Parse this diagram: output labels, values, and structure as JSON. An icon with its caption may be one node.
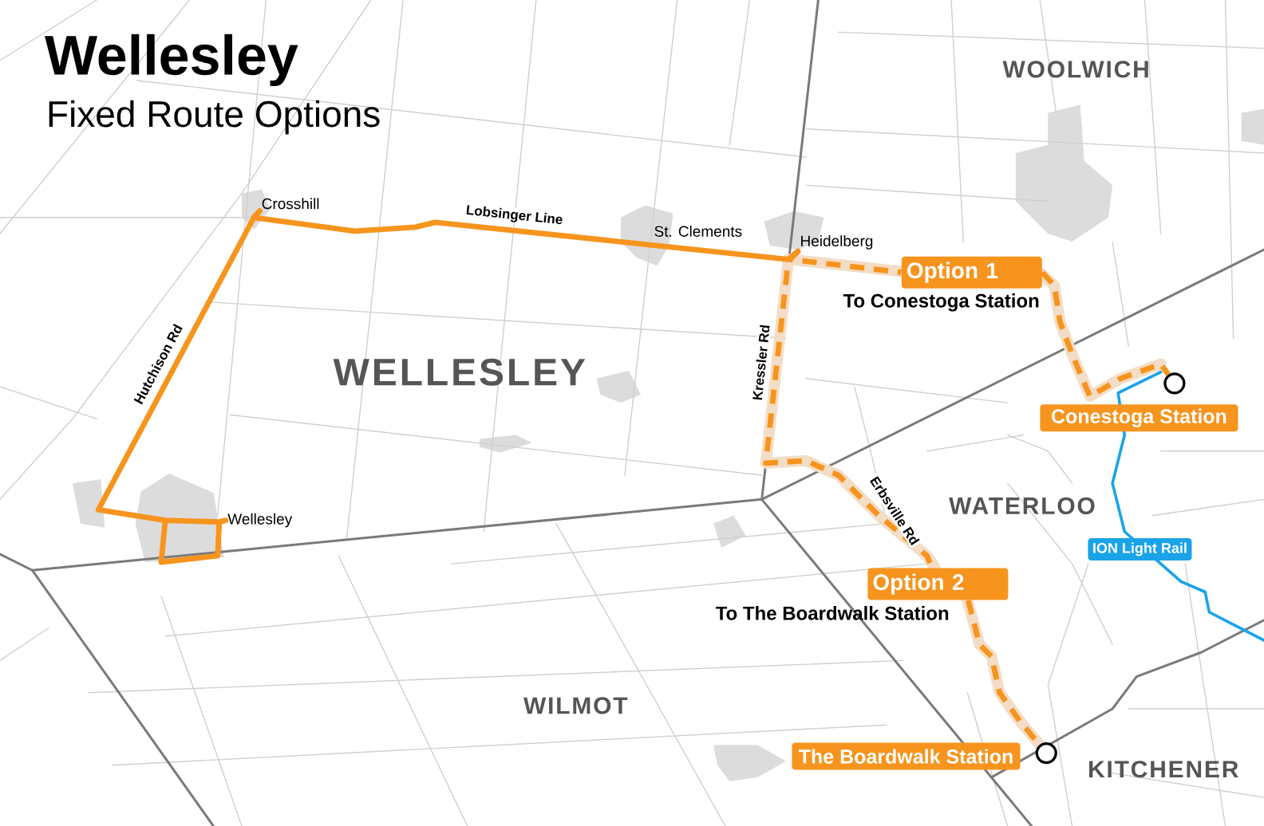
{
  "diagram": {
    "title": "Wellesley",
    "nodes": [
      {
        "text": [
          "Crosshill"
        ]
      },
      {
        "text": [
          "St. Clements"
        ]
      },
      {
        "text": [
          "Heidelberg"
        ]
      },
      {
        "text": [
          "Wellesley"
        ]
      },
      {
        "text": [
          "Option 1",
          "To Conestoga Station"
        ]
      },
      {
        "text": [
          "Option 2",
          "To The Boardwalk Station"
        ]
      },
      {
        "text": [
          "Conestoga Station"
        ]
      },
      {
        "text": [
          "The Boardwalk Station"
        ]
      },
      {
        "text": [],
        "shape": "circle"
      },
      {
        "text": [],
        "shape": "circle"
      },
      {
        "text": [
          "ION Light Rail"
        ]
      }
    ],
    "edges": [
      {
        "from": 3,
        "to": 0,
        "arrow": "none",
        "label": "Hutchison Rd",
        "color": "#f7941d"
      },
      {
        "from": 0,
        "to": 2,
        "arrow": "none",
        "label": "Lobsinger Line",
        "color": "#f7941d"
      },
      {
        "from": 2,
        "to": 4,
        "arrow": "none",
        "style": "dashed"
      },
      {
        "from": 4,
        "to": 8,
        "arrow": "none",
        "style": "dashed"
      },
      {
        "from": 2,
        "to": 5,
        "arrow": "none",
        "style": "dashed",
        "label": "Kressler Rd"
      },
      {
        "from": 5,
        "to": 9,
        "arrow": "none",
        "style": "dashed"
      }
    ],
    "labels": [
      "Fixed Route Options",
      "WOOLWICH",
      "WELLESLEY",
      "Erbsville Rd",
      "WATERLOO",
      "WILMOT",
      "KITCHENER"
    ]
  }
}
